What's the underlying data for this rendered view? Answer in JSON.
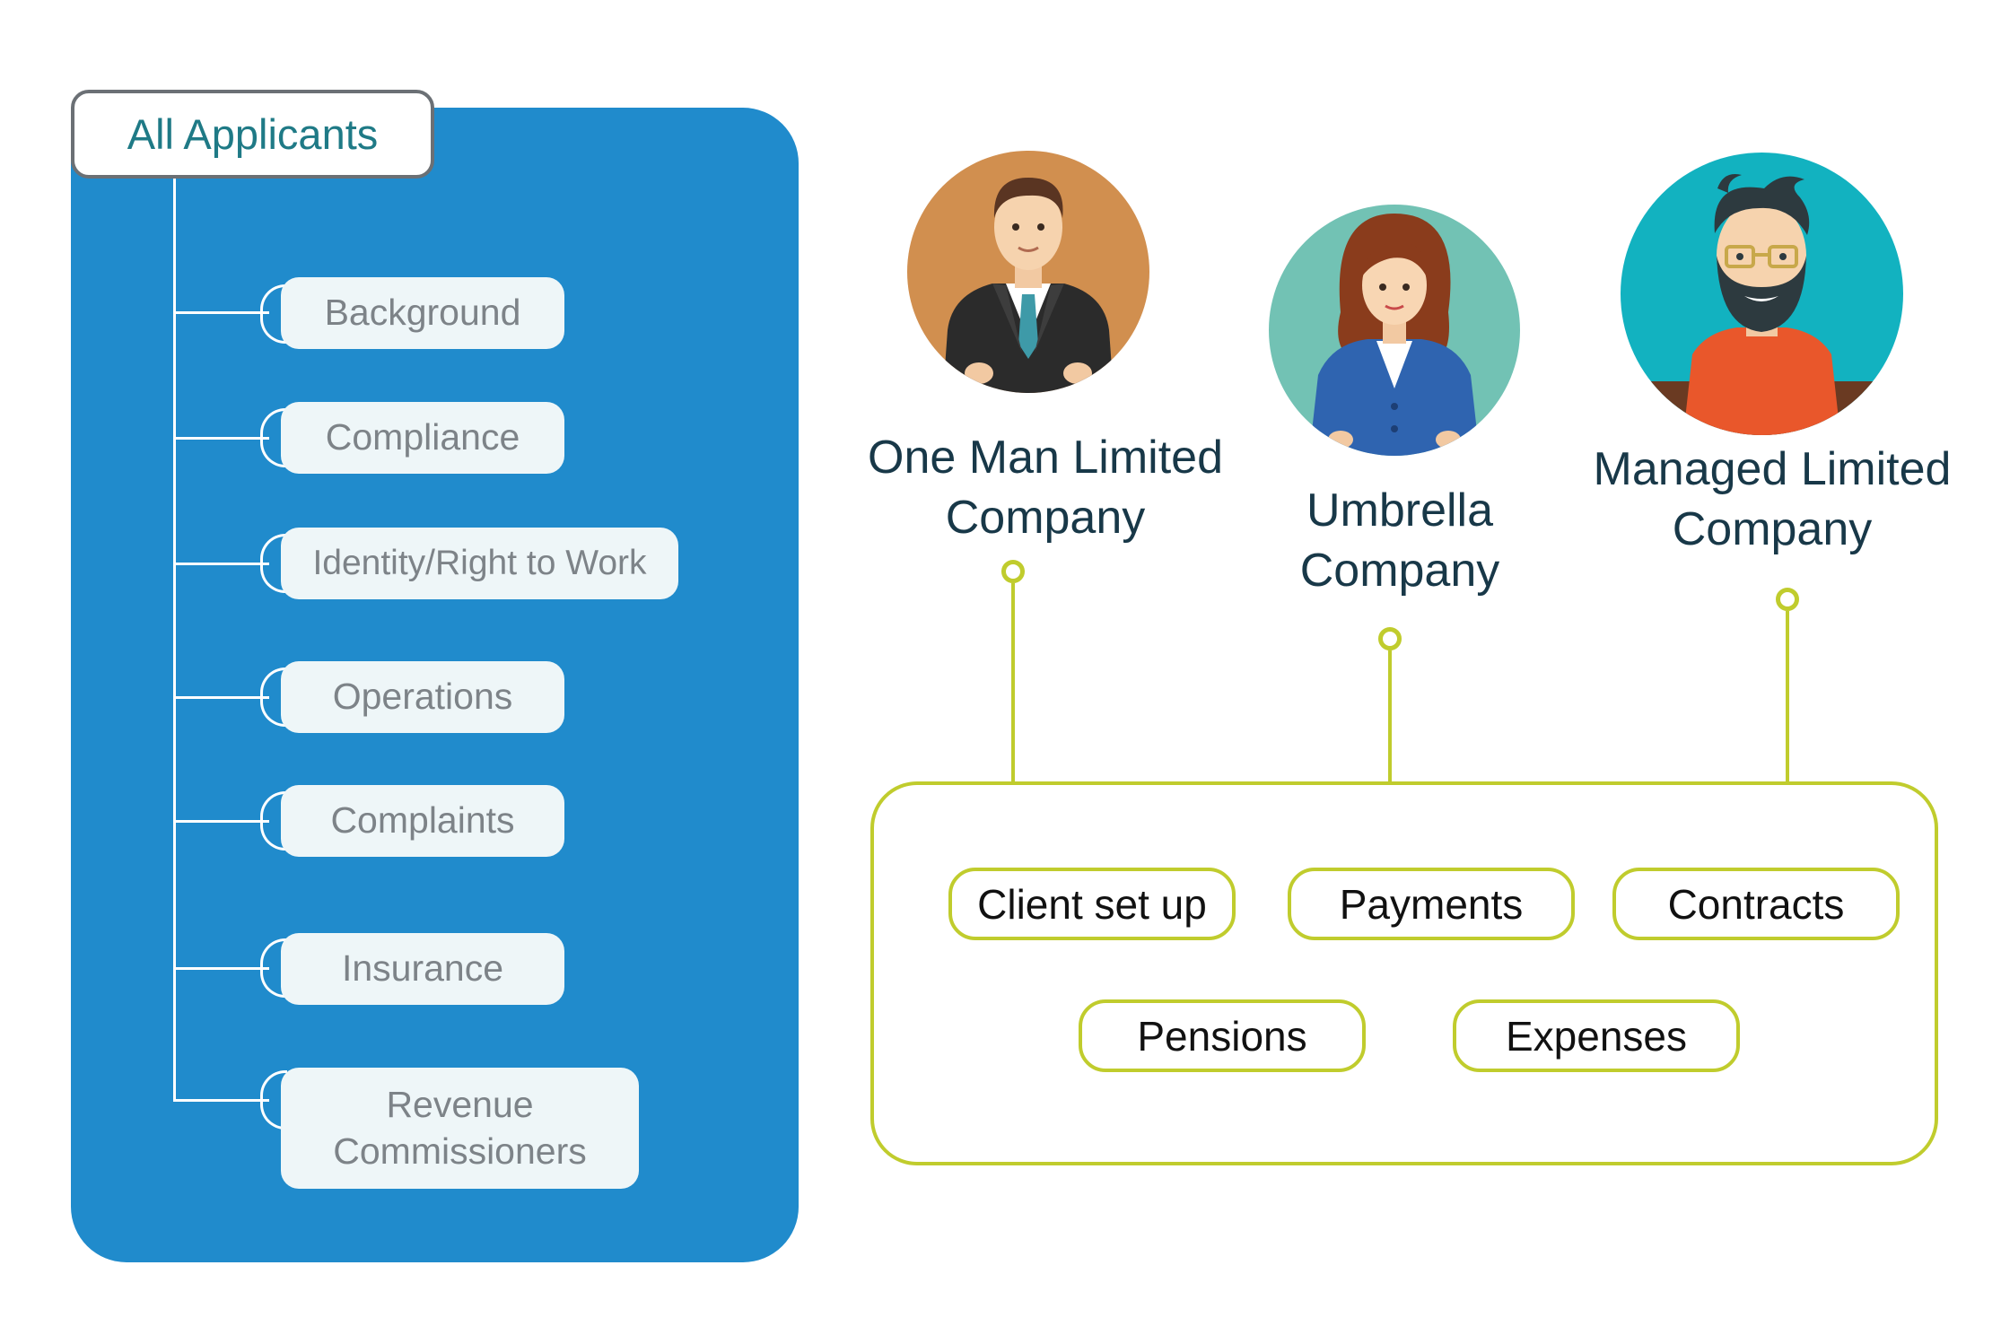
{
  "applicants": {
    "title": "All Applicants",
    "items": [
      "Background",
      "Compliance",
      "Identity/Right to Work",
      "Operations",
      "Complaints",
      "Insurance",
      "Revenue Commissioners"
    ]
  },
  "companies": [
    {
      "label": "One Man Limited Company",
      "avatar": "businessman-icon"
    },
    {
      "label": "Umbrella Company",
      "avatar": "businesswoman-icon"
    },
    {
      "label": "Managed Limited Company",
      "avatar": "bearded-man-icon"
    }
  ],
  "services": [
    "Client set up",
    "Payments",
    "Contracts",
    "Pensions",
    "Expenses"
  ],
  "colors": {
    "panel": "#208bcc",
    "connector": "#c0cc2d",
    "title_text": "#1f7a86",
    "company_text": "#183848",
    "pill_bg": "#eef6f8",
    "pill_text": "#7d8388"
  }
}
